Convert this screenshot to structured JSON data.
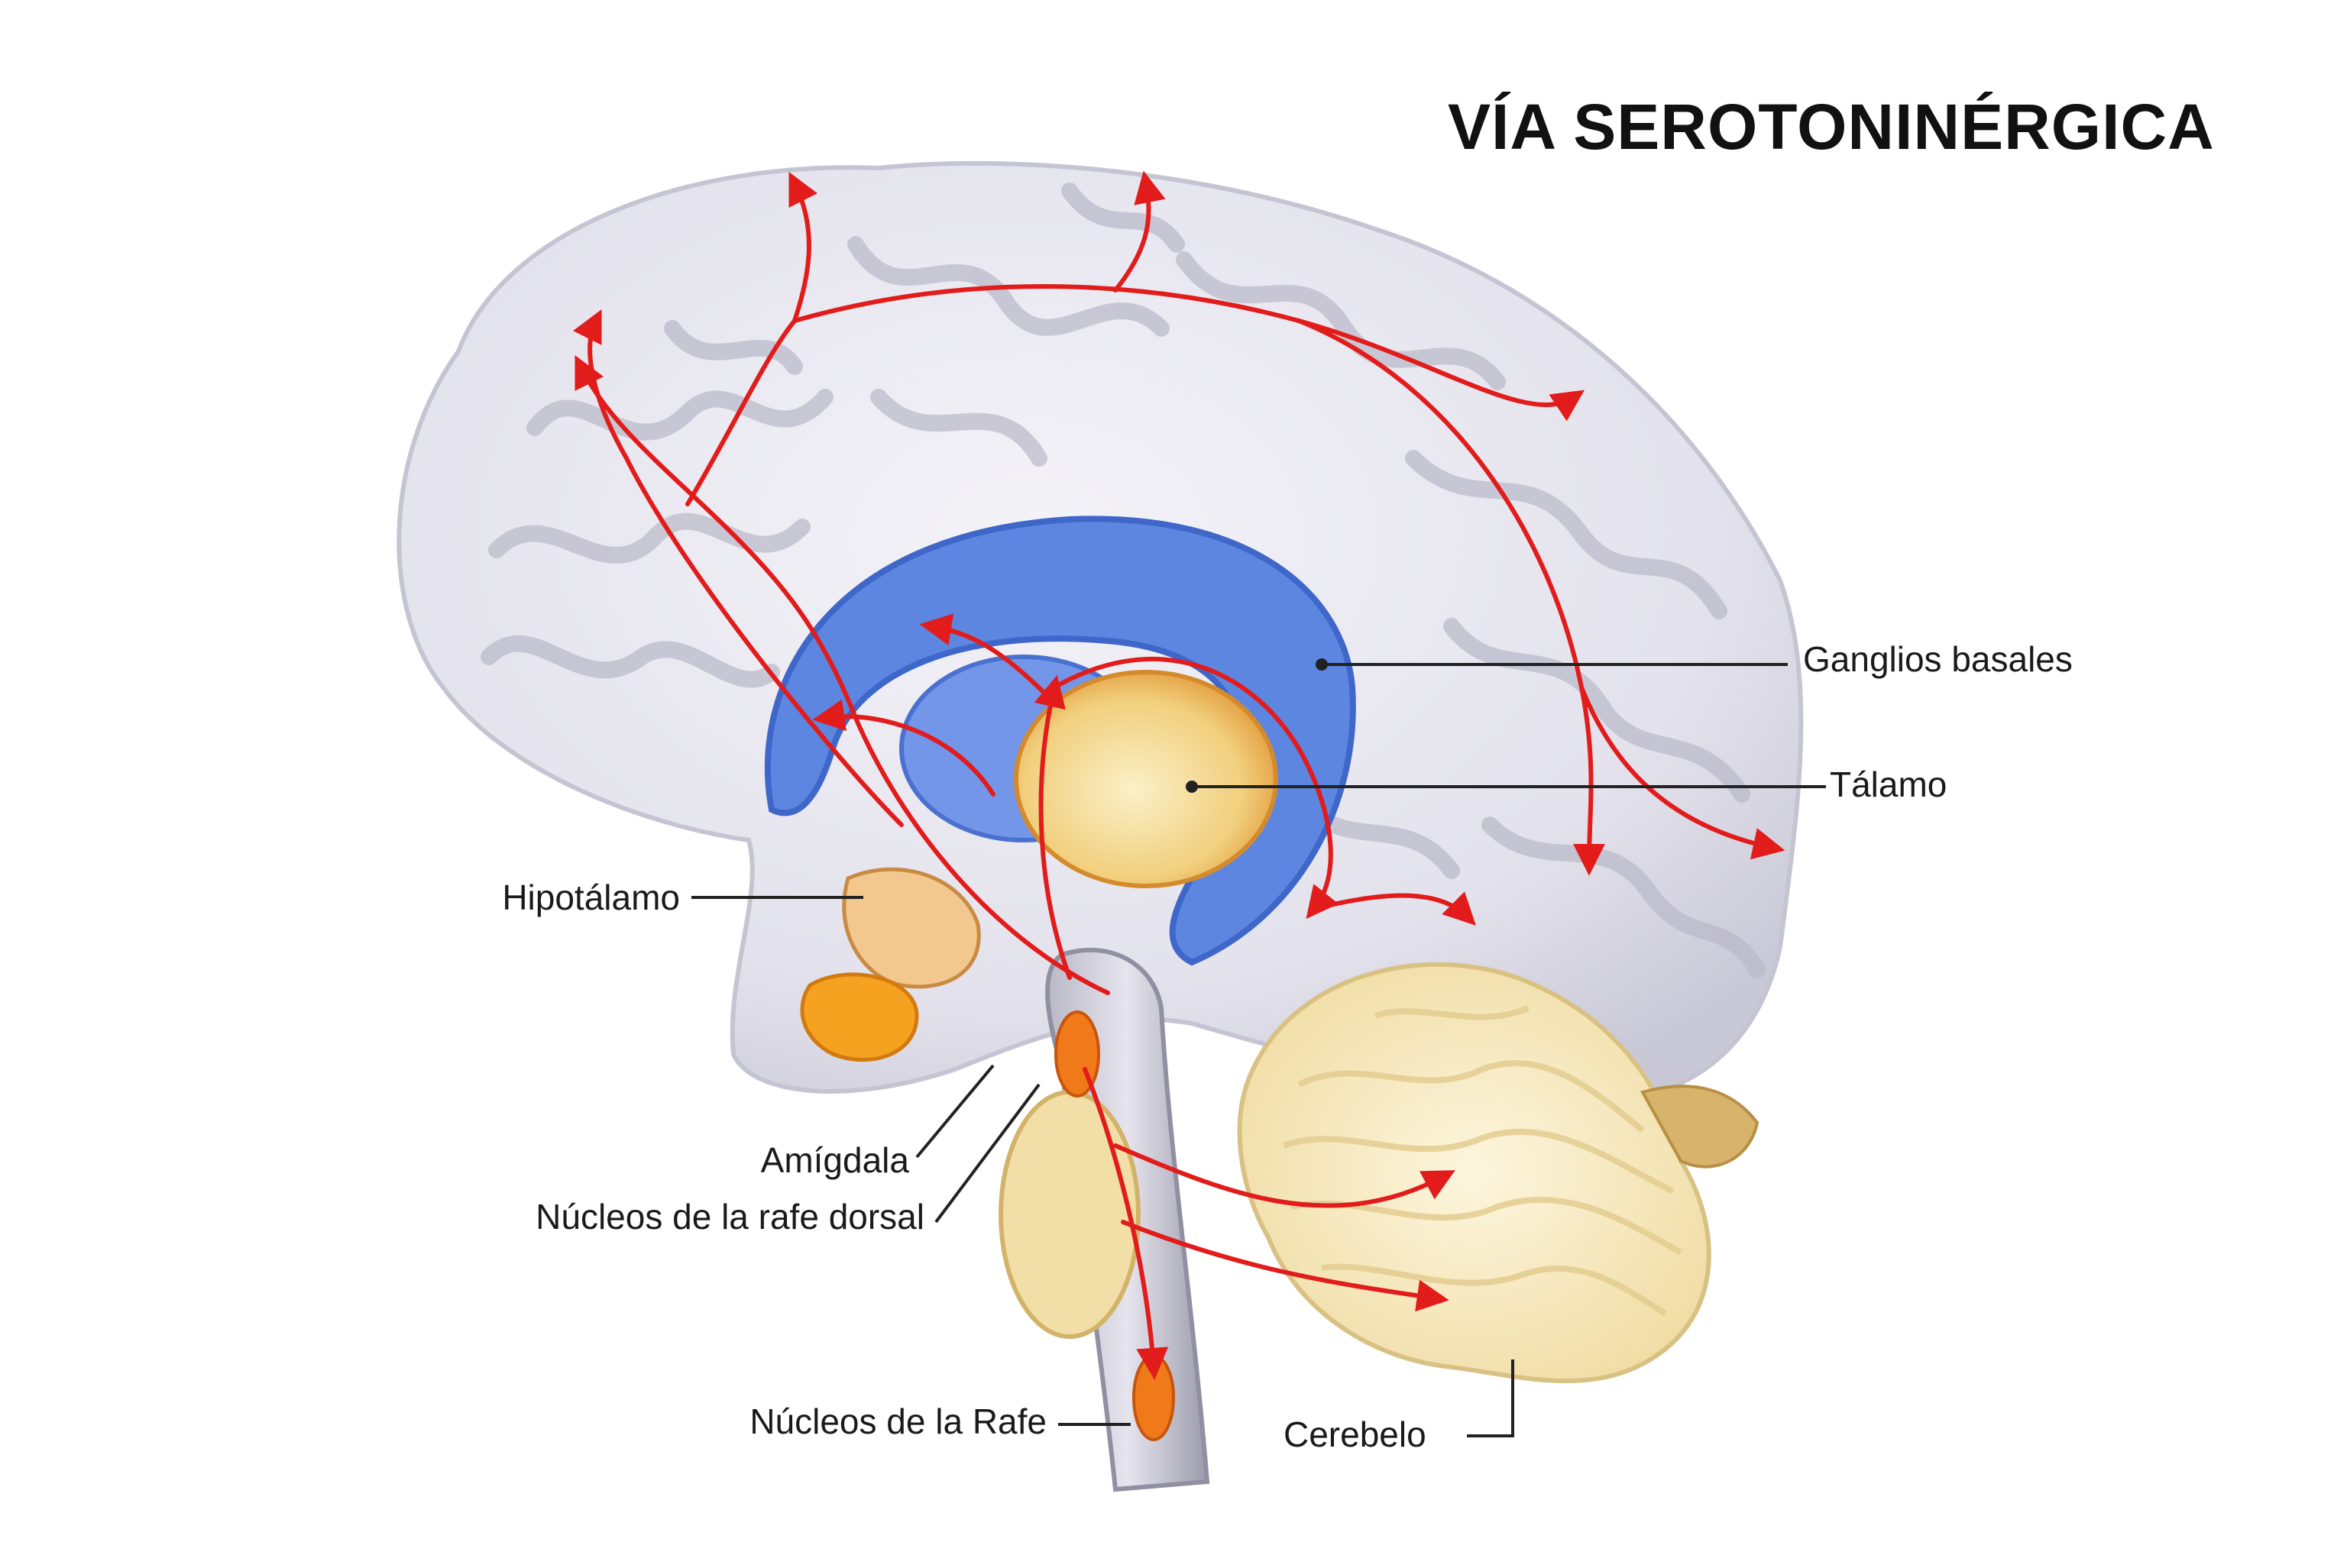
{
  "title": "VÍA SEROTONINÉRGICA",
  "labels": {
    "ganglios": "Ganglios basales",
    "talamo": "Tálamo",
    "hipotalamo": "Hipotálamo",
    "amigdala": "Amígdala",
    "nucleos_rafe_dorsal": "Núcleos de la rafe dorsal",
    "nucleos_rafe": "Núcleos de la Rafe",
    "cerebelo": "Cerebelo"
  },
  "colors": {
    "brain": "#e7e6ee",
    "gyri_shadow": "#bdbccb",
    "ventricle": "#5d86e0",
    "thalamus": "#f3d68c",
    "cerebellum": "#f8ebc3",
    "pathway": "#e21b1b",
    "nucleus": "#f07a1a"
  }
}
